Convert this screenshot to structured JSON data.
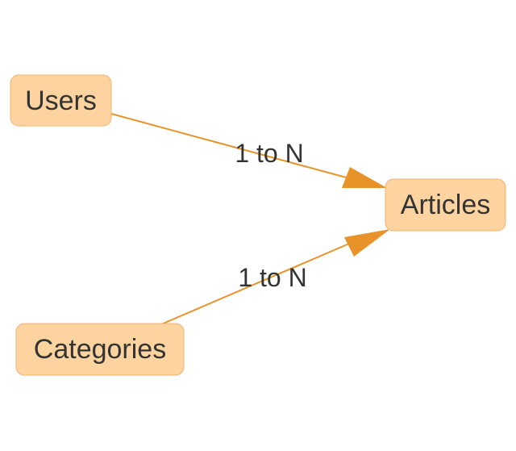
{
  "colors": {
    "node_fill": "#fdd4a0",
    "node_border": "#f0b36b",
    "edge": "#e8932a",
    "text": "#333333"
  },
  "nodes": {
    "users": {
      "label": "Users"
    },
    "articles": {
      "label": "Articles"
    },
    "categories": {
      "label": "Categories"
    }
  },
  "edges": {
    "users_articles": {
      "from": "Users",
      "to": "Articles",
      "label": "1 to N"
    },
    "categories_articles": {
      "from": "Categories",
      "to": "Articles",
      "label": "1 to N"
    }
  }
}
